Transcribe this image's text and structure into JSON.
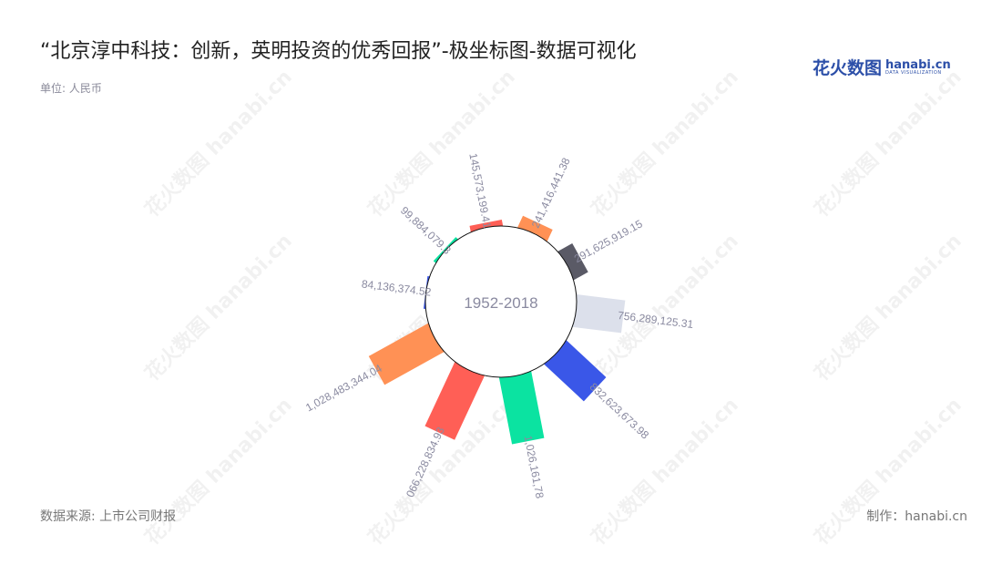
{
  "title": "“北京淳中科技：创新，英明投资的优秀回报”-极坐标图-数据可视化",
  "unit": "单位: 人民币",
  "source": "数据来源: 上市公司财报",
  "credit": "制作：hanabi.cn",
  "logo": {
    "cn": "花火数图",
    "en": "hanabi.cn",
    "sub": "DATA VISUALIZATION"
  },
  "watermark": "花火数图 hanabi.cn",
  "chart_data": {
    "type": "polar-bar",
    "center_label": "1952-2018",
    "values": [
      145573199.41,
      241416441.38,
      291625919.15,
      756289125.31,
      832623673.98,
      1026161780,
      1066228834.93,
      1028483344.04,
      84136374.52,
      99884079.3
    ],
    "labels": [
      "145,573,199.41",
      "241,416,441.38",
      "291,625,919.15",
      "756,289,125.31",
      "832,623,673.98",
      "1,026,161,78",
      "066,228,834.93",
      "1,028,483,344.04",
      "84,136,374.52",
      "99,884,079.3"
    ],
    "colors": [
      "#ff5f56",
      "#ff9155",
      "#5a5a66",
      "#dce0eb",
      "#3a57e8",
      "#0be3a1",
      "#ff5f56",
      "#ff9155",
      "#3a57e8",
      "#0be3a1"
    ],
    "label_color": "#8a8aa0"
  }
}
